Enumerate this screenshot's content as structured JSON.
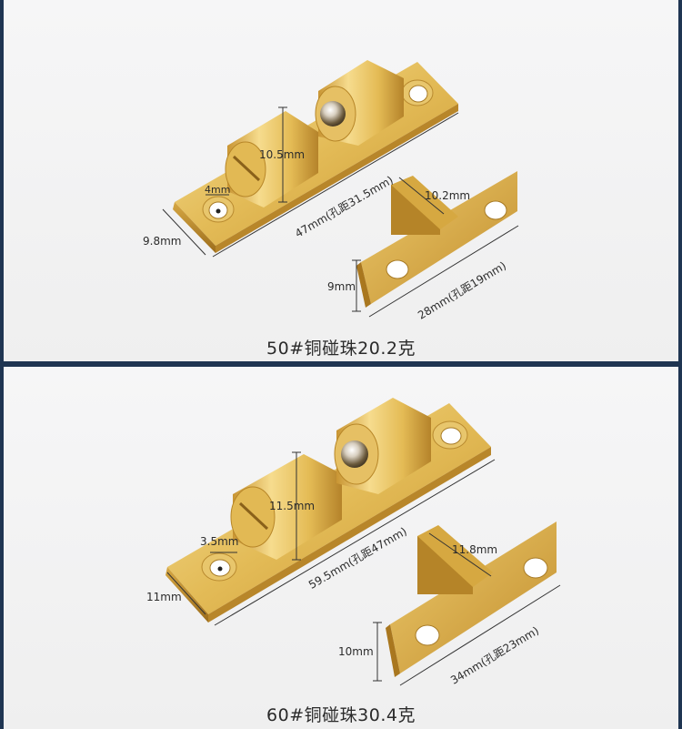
{
  "colors": {
    "frame": "#1f3552",
    "background": "#f2f2f2",
    "brass_light": "#f1d27a",
    "brass_mid": "#d9ad45",
    "brass_dark": "#a8781f",
    "text": "#2a2a2a"
  },
  "products": [
    {
      "caption": "50#铜碰珠20.2克",
      "dimensions": {
        "hole_diameter": "4mm",
        "barrel_height": "10.5mm",
        "plate_length": "47mm(孔距31.5mm)",
        "plate_width": "9.8mm",
        "strike_depth": "10.2mm",
        "strike_height": "9mm",
        "strike_length": "28mm(孔距19mm)"
      }
    },
    {
      "caption": "60#铜碰珠30.4克",
      "dimensions": {
        "hole_diameter": "3.5mm",
        "barrel_height": "11.5mm",
        "plate_length": "59.5mm(孔距47mm)",
        "plate_width": "11mm",
        "strike_depth": "11.8mm",
        "strike_height": "10mm",
        "strike_length": "34mm(孔距23mm)"
      }
    }
  ]
}
